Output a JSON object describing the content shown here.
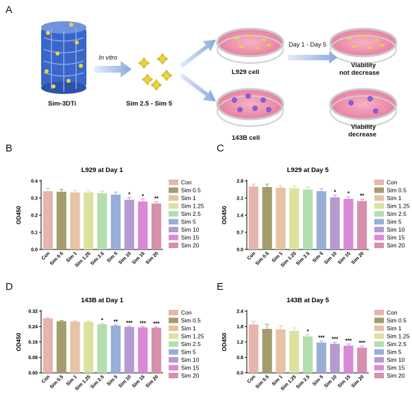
{
  "panel_letters": [
    "A",
    "B",
    "C",
    "D",
    "E"
  ],
  "schematic": {
    "scaffold_label": "Sim-3DTi",
    "in_vitro_label": "In vitro",
    "particles_label": "Sim 2.5 - Sim 5",
    "l929_label": "L929 cell",
    "b143_label": "143B cell",
    "day_range_label": "Day 1 - Day 5",
    "result_l929_line1": "Viability",
    "result_l929_line2": "not decrease",
    "result_143b_line1": "Viability",
    "result_143b_line2": "decrease"
  },
  "legend_labels": [
    "Con",
    "Sim 0.5",
    "Sim 1",
    "Sim 1.25",
    "Sim 2.5",
    "Sim 5",
    "Sim 10",
    "Sim 15",
    "Sim 20"
  ],
  "colors": {
    "bars": [
      "#e6b5ae",
      "#a49c6c",
      "#e6c3a4",
      "#dde19e",
      "#b3dfb0",
      "#98aed6",
      "#b59bd1",
      "#d98ad6",
      "#d88fae"
    ],
    "scaffold": "#3a66c9",
    "dish_medium": "#e97fa0",
    "particle": "#e9d53a"
  },
  "chart_data": [
    {
      "type": "bar",
      "title": "L929 at Day 1",
      "ylabel": "OD450",
      "categories": [
        "Con",
        "Sim 0.5",
        "Sim 1",
        "Sim 1.25",
        "Sim 2.5",
        "Sim 5",
        "Sim 10",
        "Sim 15",
        "Sim 20"
      ],
      "values": [
        0.34,
        0.337,
        0.333,
        0.333,
        0.328,
        0.32,
        0.29,
        0.28,
        0.268
      ],
      "errors": [
        0.018,
        0.014,
        0.012,
        0.012,
        0.012,
        0.015,
        0.012,
        0.012,
        0.01
      ],
      "significance": [
        "",
        "",
        "",
        "",
        "",
        "",
        "*",
        "*",
        "**"
      ],
      "ylim": [
        0.0,
        0.4
      ],
      "yticks": [
        0.0,
        0.1,
        0.2,
        0.3,
        0.4
      ],
      "ytick_labels": [
        "0.0",
        "0.1",
        "0.2",
        "0.3",
        "0.4"
      ],
      "legend": "right"
    },
    {
      "type": "bar",
      "title": "L929 at Day 5",
      "ylabel": "OD450",
      "categories": [
        "Con",
        "Sim 0.5",
        "Sim 1",
        "Sim 1.25",
        "Sim 2.5",
        "Sim 5",
        "Sim 10",
        "Sim 15",
        "Sim 20"
      ],
      "values": [
        2.57,
        2.55,
        2.52,
        2.5,
        2.45,
        2.38,
        2.13,
        2.07,
        1.98
      ],
      "errors": [
        0.1,
        0.12,
        0.08,
        0.09,
        0.1,
        0.1,
        0.08,
        0.08,
        0.08
      ],
      "significance": [
        "",
        "",
        "",
        "",
        "",
        "",
        "*",
        "*",
        "**"
      ],
      "ylim": [
        0.0,
        2.8
      ],
      "yticks": [
        0.0,
        0.7,
        1.4,
        2.1,
        2.8
      ],
      "ytick_labels": [
        "0.0",
        "0.7",
        "1.4",
        "2.1",
        "2.8"
      ],
      "legend": "right"
    },
    {
      "type": "bar",
      "title": "143B at Day 1",
      "ylabel": "OD450",
      "categories": [
        "Con",
        "Sim 0.5",
        "Sim 1",
        "Sim 1.25",
        "Sim 2.5",
        "Sim 5",
        "Sim 10",
        "Sim 15",
        "Sim 20"
      ],
      "values": [
        0.283,
        0.268,
        0.266,
        0.265,
        0.252,
        0.245,
        0.238,
        0.236,
        0.234
      ],
      "errors": [
        0.004,
        0.004,
        0.004,
        0.004,
        0.004,
        0.004,
        0.004,
        0.004,
        0.004
      ],
      "significance": [
        "",
        "",
        "",
        "",
        "*",
        "**",
        "***",
        "***",
        "***"
      ],
      "ylim": [
        0.0,
        0.32
      ],
      "yticks": [
        0.0,
        0.08,
        0.16,
        0.24,
        0.32
      ],
      "ytick_labels": [
        "0.00",
        "0.08",
        "0.16",
        "0.24",
        "0.32"
      ],
      "legend": "right"
    },
    {
      "type": "bar",
      "title": "143B at Day 5",
      "ylabel": "OD450",
      "categories": [
        "Con",
        "Sim 0.5",
        "Sim 1",
        "Sim 1.25",
        "Sim 2.5",
        "Sim 5",
        "Sim 10",
        "Sim 15",
        "Sim 20"
      ],
      "values": [
        1.88,
        1.71,
        1.69,
        1.63,
        1.42,
        1.18,
        1.13,
        1.06,
        0.98
      ],
      "errors": [
        0.12,
        0.18,
        0.14,
        0.12,
        0.06,
        0.06,
        0.06,
        0.06,
        0.06
      ],
      "significance": [
        "",
        "",
        "",
        "",
        "*",
        "***",
        "***",
        "***",
        "***"
      ],
      "ylim": [
        0.0,
        2.4
      ],
      "yticks": [
        0.0,
        0.6,
        1.2,
        1.8,
        2.4
      ],
      "ytick_labels": [
        "0.0",
        "0.6",
        "1.2",
        "1.8",
        "2.4"
      ],
      "legend": "right"
    }
  ]
}
